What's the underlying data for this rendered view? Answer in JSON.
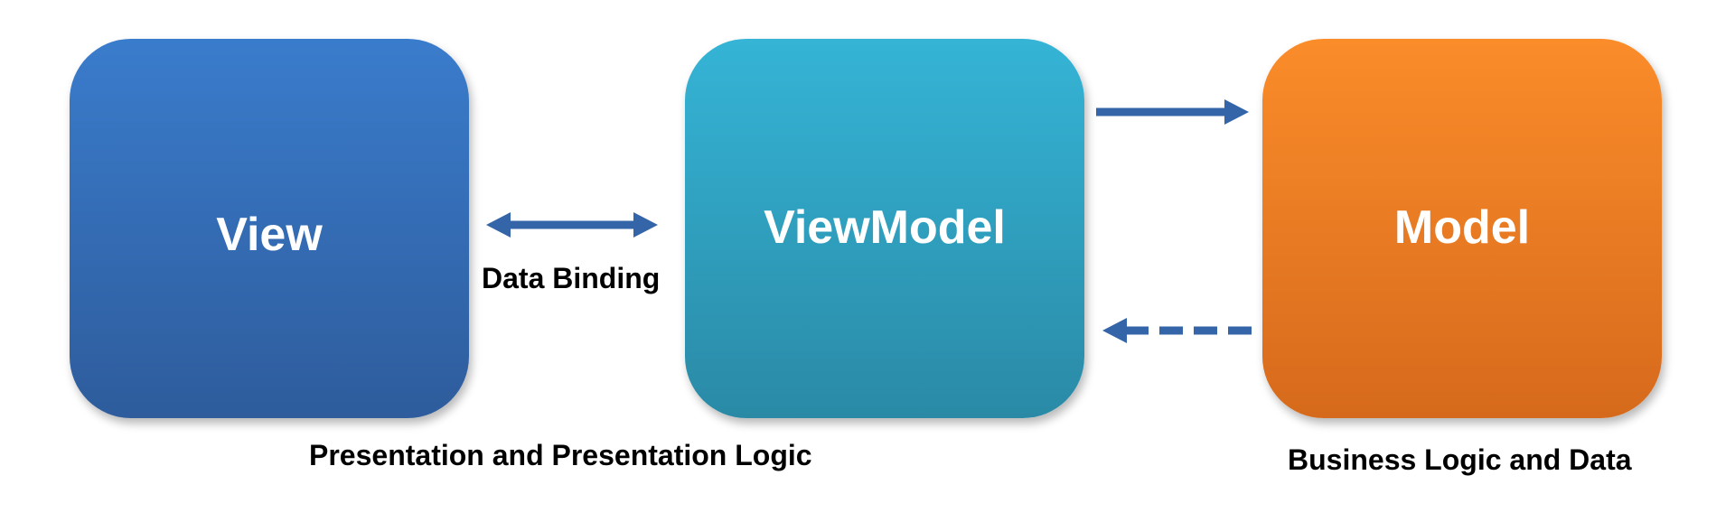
{
  "boxes": {
    "view": {
      "label": "View",
      "color_top": "#3a7ccc",
      "color_bottom": "#2e5c9c"
    },
    "viewmodel": {
      "label": "ViewModel",
      "color_top": "#35b4d6",
      "color_bottom": "#2a8aa6"
    },
    "model": {
      "label": "Model",
      "color_top": "#fb8c2a",
      "color_bottom": "#d66a1c"
    }
  },
  "captions": {
    "data_binding": "Data Binding",
    "presentation": "Presentation and Presentation Logic",
    "business": "Business Logic and Data"
  },
  "connectors": {
    "view_viewmodel": "bidirectional-solid",
    "viewmodel_to_model": "solid",
    "model_to_viewmodel": "dashed"
  },
  "arrow_color": "#3465a8"
}
